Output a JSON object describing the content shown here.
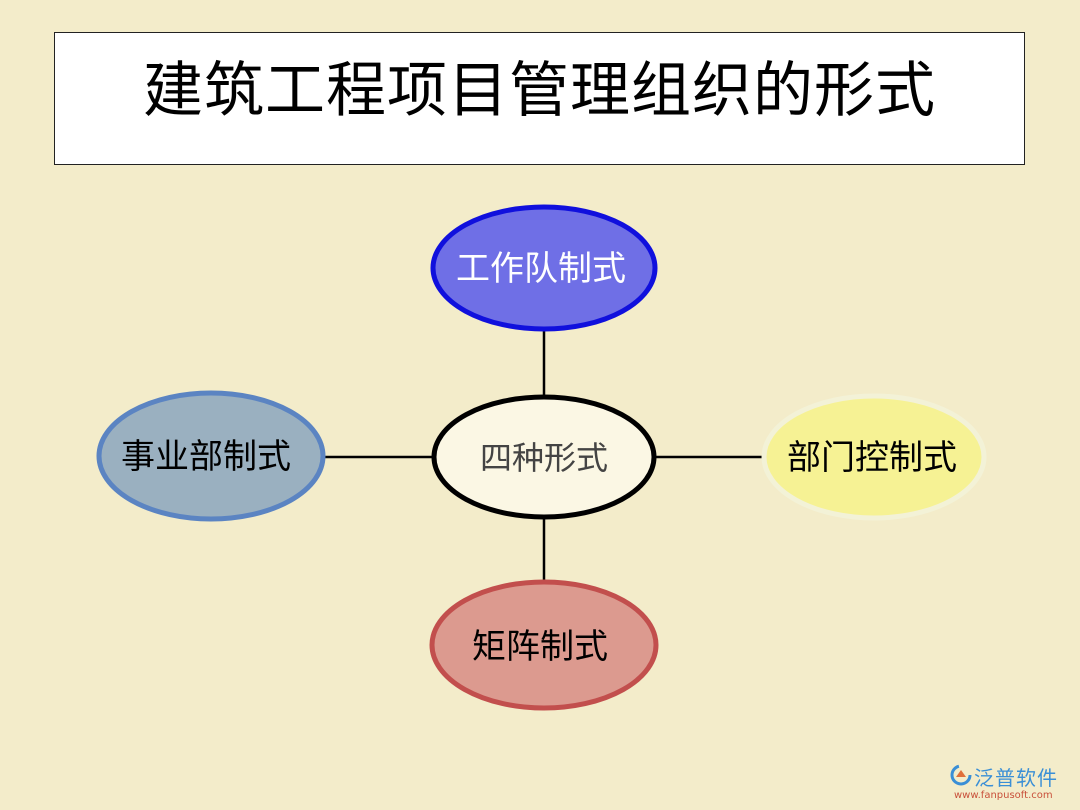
{
  "title": "建筑工程项目管理组织的形式",
  "center": {
    "label": "四种形式",
    "fill": "#fbf7e4",
    "stroke": "#000000"
  },
  "nodes": {
    "top": {
      "label": "工作队制式",
      "fill": "#6f6fe6",
      "stroke": "#1010dd",
      "text_color": "#ffffff"
    },
    "left": {
      "label": "事业部制式",
      "fill": "#9ab0c0",
      "stroke": "#5b84c2",
      "text_color": "#000000"
    },
    "right": {
      "label": "部门控制式",
      "fill": "#f6f294",
      "stroke": "#f3f2d7",
      "text_color": "#000000"
    },
    "bottom": {
      "label": "矩阵制式",
      "fill": "#dc9a8f",
      "stroke": "#c24f4d",
      "text_color": "#000000"
    }
  },
  "watermark": {
    "name": "泛普软件",
    "url": "www.fanpusoft.com"
  },
  "background_color": "#f3ecca"
}
